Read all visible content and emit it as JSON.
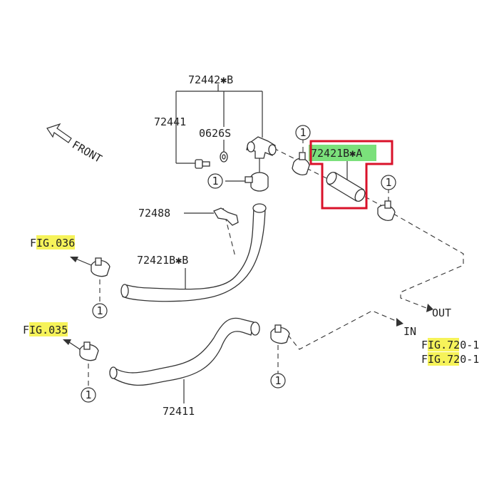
{
  "labels": {
    "part_72442B": "72442✱B",
    "part_72441": "72441",
    "part_0626S": "0626S",
    "part_72421BA": "72421B✱A",
    "part_72488": "72488",
    "part_72421BB": "72421B✱B",
    "part_72411": "72411",
    "front": "FRONT",
    "out": "OUT",
    "in": "IN",
    "callout": "1"
  },
  "fig_refs": {
    "fig036": {
      "pre": "F",
      "hl": "IG.03",
      "post": "6"
    },
    "fig035": {
      "pre": "F",
      "hl": "IG.03",
      "post": "5"
    },
    "fig720a": {
      "pre": "F",
      "hl": "IG.72",
      "post": "0-1"
    },
    "fig720b": {
      "pre": "F",
      "hl": "IG.72",
      "post": "0-1"
    }
  },
  "colors": {
    "highlight_yellow": "#f6f35a",
    "highlight_green": "#7be07b",
    "selection_box": "#d9122a",
    "line": "#333333"
  },
  "icons": {
    "front_arrow": "front-arrow-icon",
    "clip": "hose-clamp-icon",
    "bolt": "bolt-icon"
  }
}
